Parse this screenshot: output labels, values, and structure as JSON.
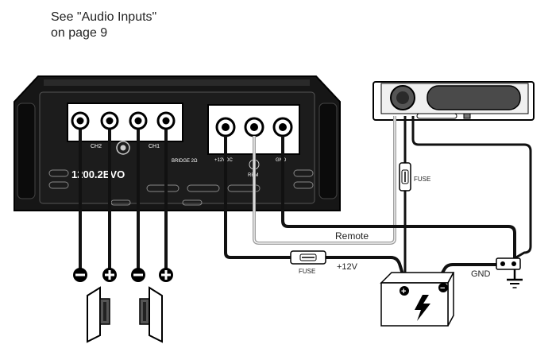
{
  "note": {
    "line1": "See \"Audio Inputs\"",
    "line2": "on page 9"
  },
  "amplifier": {
    "ch2_label": "CH2",
    "ch1_label": "CH1",
    "bridge_label": "BRIDGE 2Ω",
    "model_label": "1200.2EVO",
    "power_label": "+12VDC",
    "remote_label": "REM",
    "ground_label": "GND"
  },
  "wires": {
    "remote_label": "Remote",
    "fuse_battery_label": "FUSE",
    "plus12_label": "+12V",
    "fuse_radio_label": "FUSE",
    "gnd_label": "GND"
  },
  "speaker_terminals": [
    "−",
    "+",
    "−",
    "+"
  ],
  "battery": {
    "plus_symbol": "+",
    "minus_symbol": "−"
  }
}
